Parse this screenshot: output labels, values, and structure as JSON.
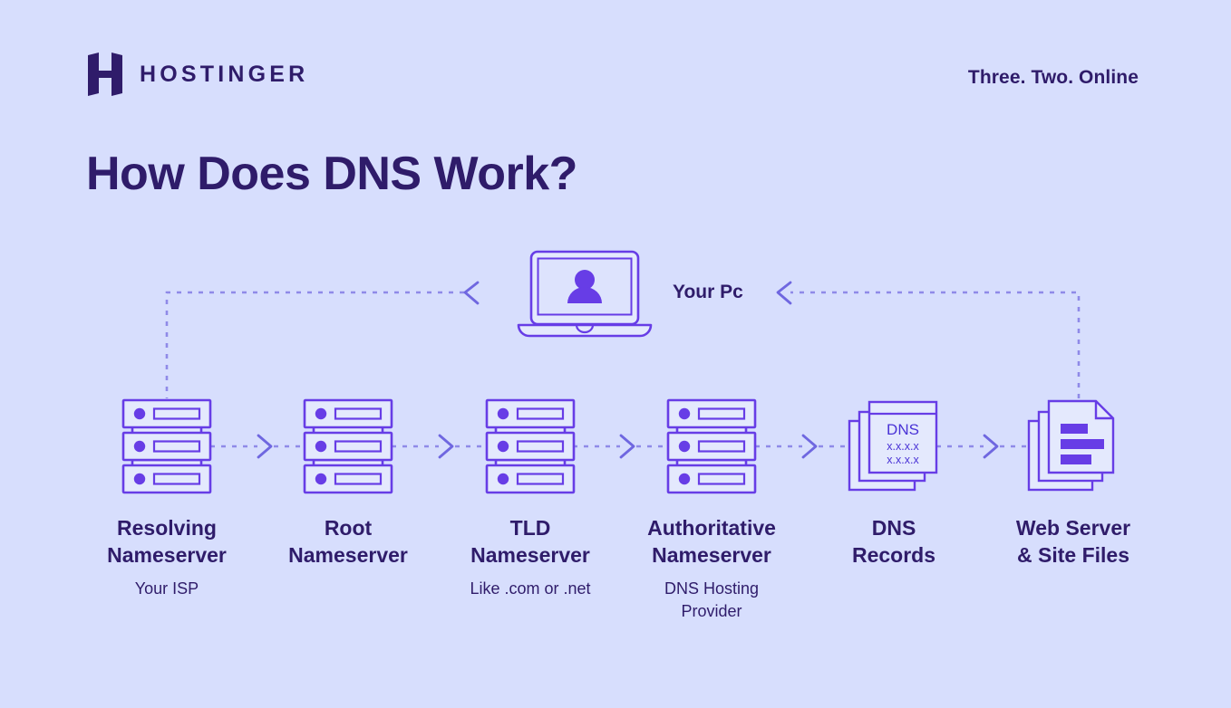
{
  "brand": {
    "name": "HOSTINGER",
    "logo_icon": "hostinger-h-logo",
    "tagline": "Three. Two. Online"
  },
  "header": {
    "title": "How Does DNS Work?"
  },
  "colors": {
    "background": "#d7defd",
    "ink": "#2f1c6a",
    "accent": "#673de6",
    "icon_fill": "#e4e9fd",
    "wire": "#8f8ae8"
  },
  "diagram": {
    "client": {
      "label": "Your Pc",
      "icon": "laptop-user-icon"
    },
    "nodes": [
      {
        "id": "resolving-nameserver",
        "title": "Resolving\nNameserver",
        "title_line1": "Resolving",
        "title_line2": "Nameserver",
        "subtitle": "Your ISP",
        "icon": "server-rack-icon"
      },
      {
        "id": "root-nameserver",
        "title_line1": "Root",
        "title_line2": "Nameserver",
        "subtitle": "",
        "icon": "server-rack-icon"
      },
      {
        "id": "tld-nameserver",
        "title_line1": "TLD",
        "title_line2": "Nameserver",
        "subtitle": "Like .com or .net",
        "icon": "server-rack-icon"
      },
      {
        "id": "authoritative-nameserver",
        "title_line1": "Authoritative",
        "title_line2": "Nameserver",
        "subtitle": "DNS Hosting\nProvider",
        "subtitle_line1": "DNS Hosting",
        "subtitle_line2": "Provider",
        "icon": "server-rack-icon"
      },
      {
        "id": "dns-records",
        "title_line1": "DNS",
        "title_line2": "Records",
        "subtitle": "",
        "icon": "dns-records-cards-icon",
        "card_text": {
          "heading": "DNS",
          "line1": "x.x.x.x",
          "line2": "x.x.x.x"
        }
      },
      {
        "id": "web-server-site-files",
        "title_line1": "Web Server",
        "title_line2": "& Site Files",
        "subtitle": "",
        "icon": "site-files-stack-icon"
      }
    ],
    "flow": {
      "forward_arrow": "chevron-right",
      "return_arrow": "chevron-left",
      "line_style": "dotted"
    }
  }
}
